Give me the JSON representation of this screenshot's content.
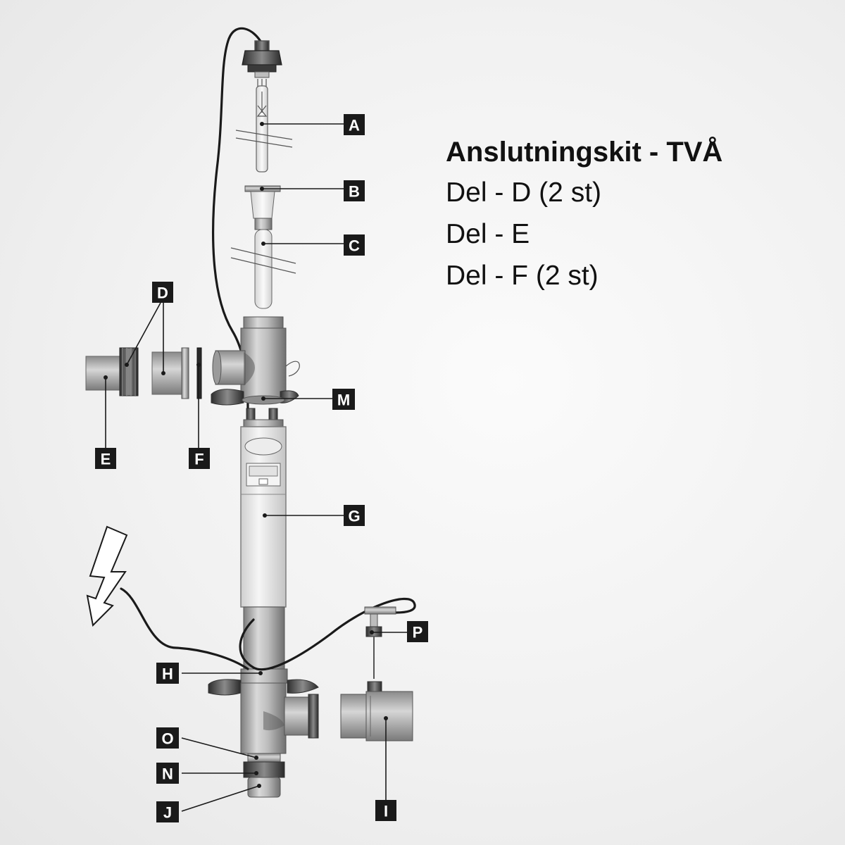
{
  "kit": {
    "title": "Anslutningskit - TVÅ",
    "items": [
      "Del - D (2 st)",
      "Del - E",
      "Del - F (2 st)"
    ]
  },
  "labels": {
    "A": "A",
    "B": "B",
    "C": "C",
    "D": "D",
    "E": "E",
    "F": "F",
    "G": "G",
    "H": "H",
    "I": "I",
    "J": "J",
    "M": "M",
    "N": "N",
    "O": "O",
    "P": "P"
  },
  "colors": {
    "label_bg": "#1a1a1a",
    "label_fg": "#ffffff",
    "metal": "#b8b8b8",
    "housing": "#e8e8e8"
  }
}
